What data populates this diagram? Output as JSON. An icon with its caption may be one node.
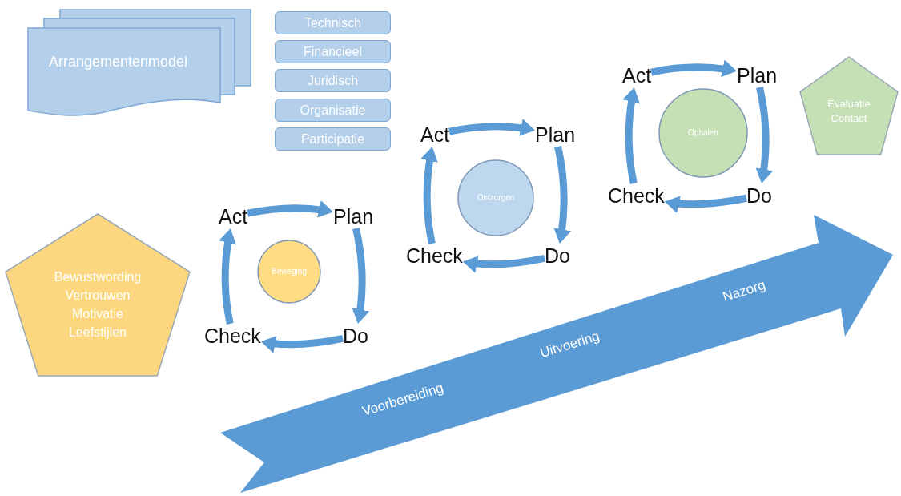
{
  "diagram": {
    "nodes": [
      {
        "text": [
          "Arrangementenmodel"
        ]
      },
      {
        "text": [
          "Technisch"
        ]
      },
      {
        "text": [
          "Financieel"
        ]
      },
      {
        "text": [
          "Juridisch"
        ]
      },
      {
        "text": [
          "Organisatie"
        ]
      },
      {
        "text": [
          "Participatie"
        ]
      },
      {
        "text": [
          "Act"
        ]
      },
      {
        "text": [
          "Plan"
        ]
      },
      {
        "text": [
          "Beweging"
        ]
      },
      {
        "text": [
          "Check"
        ]
      },
      {
        "text": [
          "Do"
        ]
      },
      {
        "text": [
          "Act"
        ]
      },
      {
        "text": [
          "Plan"
        ]
      },
      {
        "text": [
          "Ontzorgen"
        ]
      },
      {
        "text": [
          "Check"
        ]
      },
      {
        "text": [
          "Do"
        ]
      },
      {
        "text": [
          "Act"
        ]
      },
      {
        "text": [
          "Plan"
        ]
      },
      {
        "text": [
          "Ophalen"
        ]
      },
      {
        "text": [
          "Check"
        ]
      },
      {
        "text": [
          "Do"
        ]
      },
      {
        "text": [
          "Bewustwording",
          "Vertrouwen",
          "Motivatie",
          "Leefstijlen"
        ]
      },
      {
        "text": [
          "Evaluatie",
          "Contact"
        ]
      },
      {
        "text": [
          "Voorbereiding",
          "Uitvoering",
          "Nazorg"
        ]
      }
    ],
    "edges": [
      {
        "from": 6,
        "to": 7,
        "arrow": "to"
      },
      {
        "from": 7,
        "to": 10,
        "arrow": "to"
      },
      {
        "from": 10,
        "to": 9,
        "arrow": "to"
      },
      {
        "from": 9,
        "to": 6,
        "arrow": "to"
      },
      {
        "from": 11,
        "to": 12,
        "arrow": "to"
      },
      {
        "from": 12,
        "to": 15,
        "arrow": "to"
      },
      {
        "from": 15,
        "to": 14,
        "arrow": "to"
      },
      {
        "from": 14,
        "to": 11,
        "arrow": "to"
      },
      {
        "from": 16,
        "to": 17,
        "arrow": "to"
      },
      {
        "from": 17,
        "to": 20,
        "arrow": "to"
      },
      {
        "from": 20,
        "to": 19,
        "arrow": "to"
      },
      {
        "from": 19,
        "to": 16,
        "arrow": "to"
      }
    ]
  }
}
